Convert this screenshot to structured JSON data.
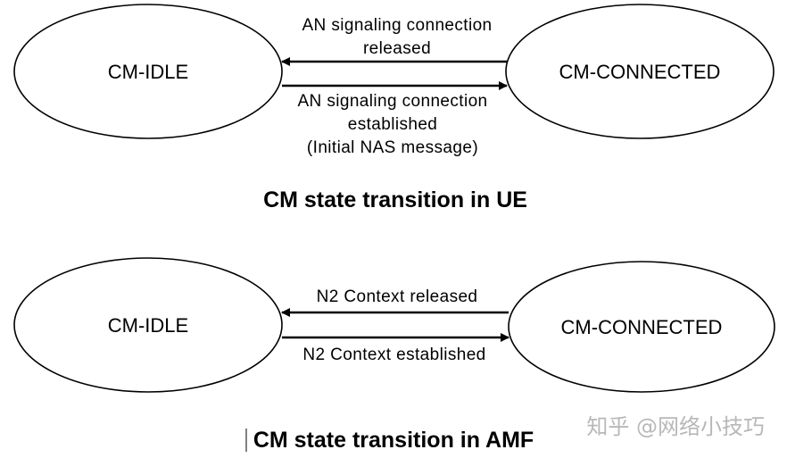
{
  "ue_diagram": {
    "state_left": "CM-IDLE",
    "state_right": "CM-CONNECTED",
    "arrow_to_idle_line1": "AN signaling connection",
    "arrow_to_idle_line2": "released",
    "arrow_to_connected_line1": "AN signaling connection",
    "arrow_to_connected_line2": "established",
    "arrow_to_connected_line3": "(Initial NAS message)",
    "caption": "CM state transition in UE"
  },
  "amf_diagram": {
    "state_left": "CM-IDLE",
    "state_right": "CM-CONNECTED",
    "arrow_to_idle": "N2 Context released",
    "arrow_to_connected": "N2 Context established",
    "caption": "CM state transition in AMF"
  },
  "watermark": {
    "text": "知乎 @网络小技巧"
  },
  "colors": {
    "stroke": "#000000",
    "text": "#000000",
    "watermark": "#b8b8b8"
  }
}
